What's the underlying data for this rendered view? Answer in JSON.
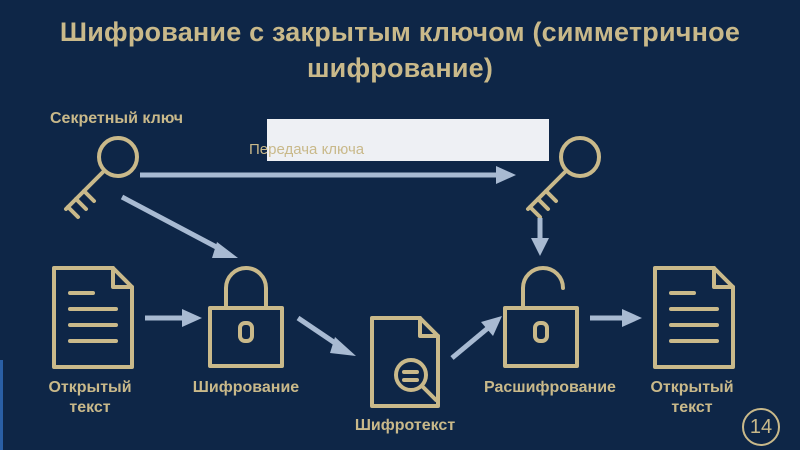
{
  "slide": {
    "title_line1": "Шифрование с закрытым ключом (симметричное",
    "title_line2": "шифрование)",
    "page_number": "14"
  },
  "labels": {
    "secret_key": "Секретный ключ",
    "key_transfer": "Передача ключа",
    "plaintext_left_1": "Открытый",
    "plaintext_left_2": "текст",
    "encryption": "Шифрование",
    "ciphertext": "Шифротекст",
    "decryption": "Расшифрование",
    "plaintext_right_1": "Открытый",
    "plaintext_right_2": "текст"
  },
  "colors": {
    "background": "#0e2647",
    "accent_gold": "#c9b98a",
    "arrow": "#a8bad2"
  },
  "icons": [
    "key-icon",
    "key-icon",
    "document-icon",
    "padlock-icon",
    "search-document-icon",
    "padlock-icon",
    "document-icon"
  ]
}
